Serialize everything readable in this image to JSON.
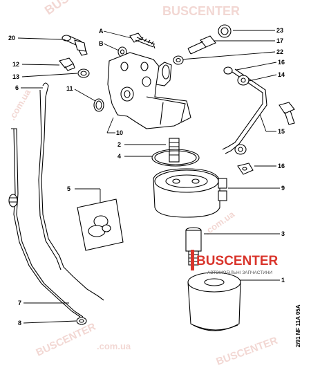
{
  "callouts": [
    "1",
    "2",
    "3",
    "4",
    "5",
    "6",
    "7",
    "8",
    "9",
    "10",
    "11",
    "12",
    "13",
    "14",
    "15",
    "16",
    "16",
    "17",
    "20",
    "22",
    "23",
    "A",
    "B"
  ],
  "drawing_code": "2/91 NF 11A 05A",
  "watermark": {
    "text": "BUSCENTER",
    "domain": ".com.ua",
    "url_fragment": "BUSCENTER.com.ua"
  },
  "logo": {
    "title": "BUSCENTER",
    "subtitle": "АВТОМОБІЛЬНІ ЗАПЧАСТИНИ",
    "accent_color": "#d9342b"
  }
}
